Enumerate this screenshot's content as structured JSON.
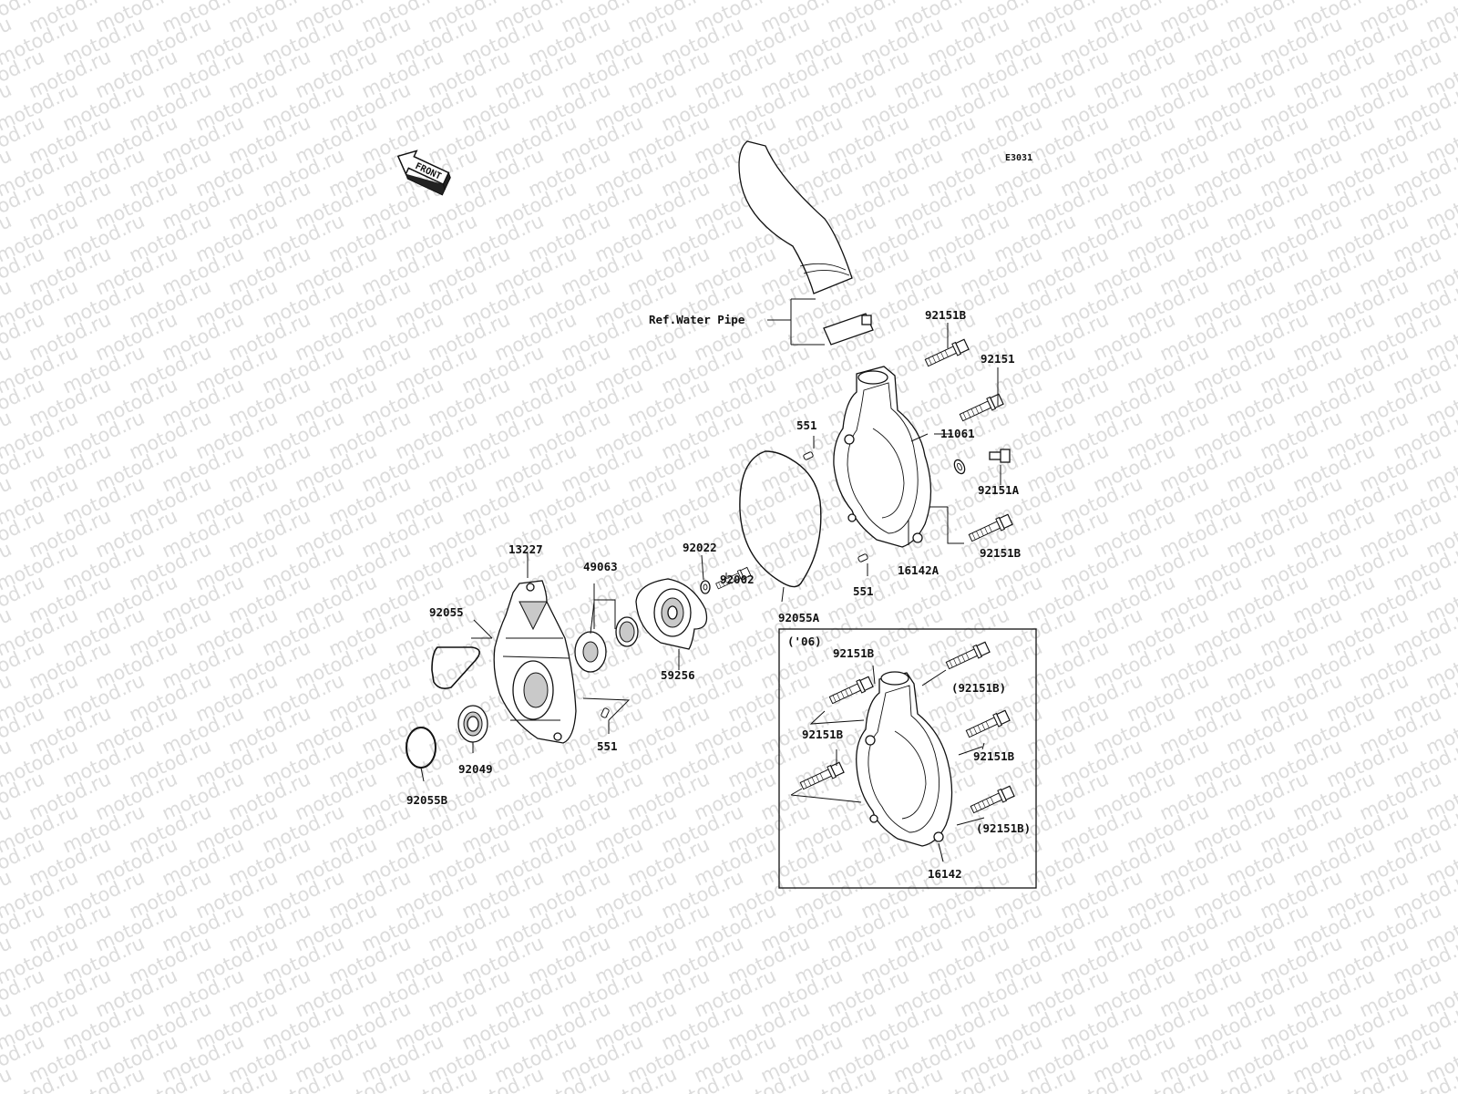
{
  "watermark": "motod.ru",
  "diagram_code": "E3031",
  "front_label": "FRONT",
  "ref_label": "Ref.Water Pipe",
  "inset_year": "('06)",
  "labels": {
    "p92151b_top": "92151B",
    "p92151_top": "92151",
    "p551_upper": "551",
    "p11061": "11061",
    "p92151a": "92151A",
    "p92151b_mid": "92151B",
    "p16142a": "16142A",
    "p551_mid": "551",
    "p92022": "92022",
    "p92002": "92002",
    "p92055a": "92055A",
    "p13227": "13227",
    "p49063": "49063",
    "p92055": "92055",
    "p59256": "59256",
    "p551_low": "551",
    "p92049": "92049",
    "p92055b": "92055B",
    "inset_92151b_a": "92151B",
    "inset_92151b_b": "(92151B)",
    "inset_92151b_c": "92151B",
    "inset_92151b_d": "92151B",
    "inset_92151b_e": "(92151B)",
    "inset_16142": "16142"
  }
}
